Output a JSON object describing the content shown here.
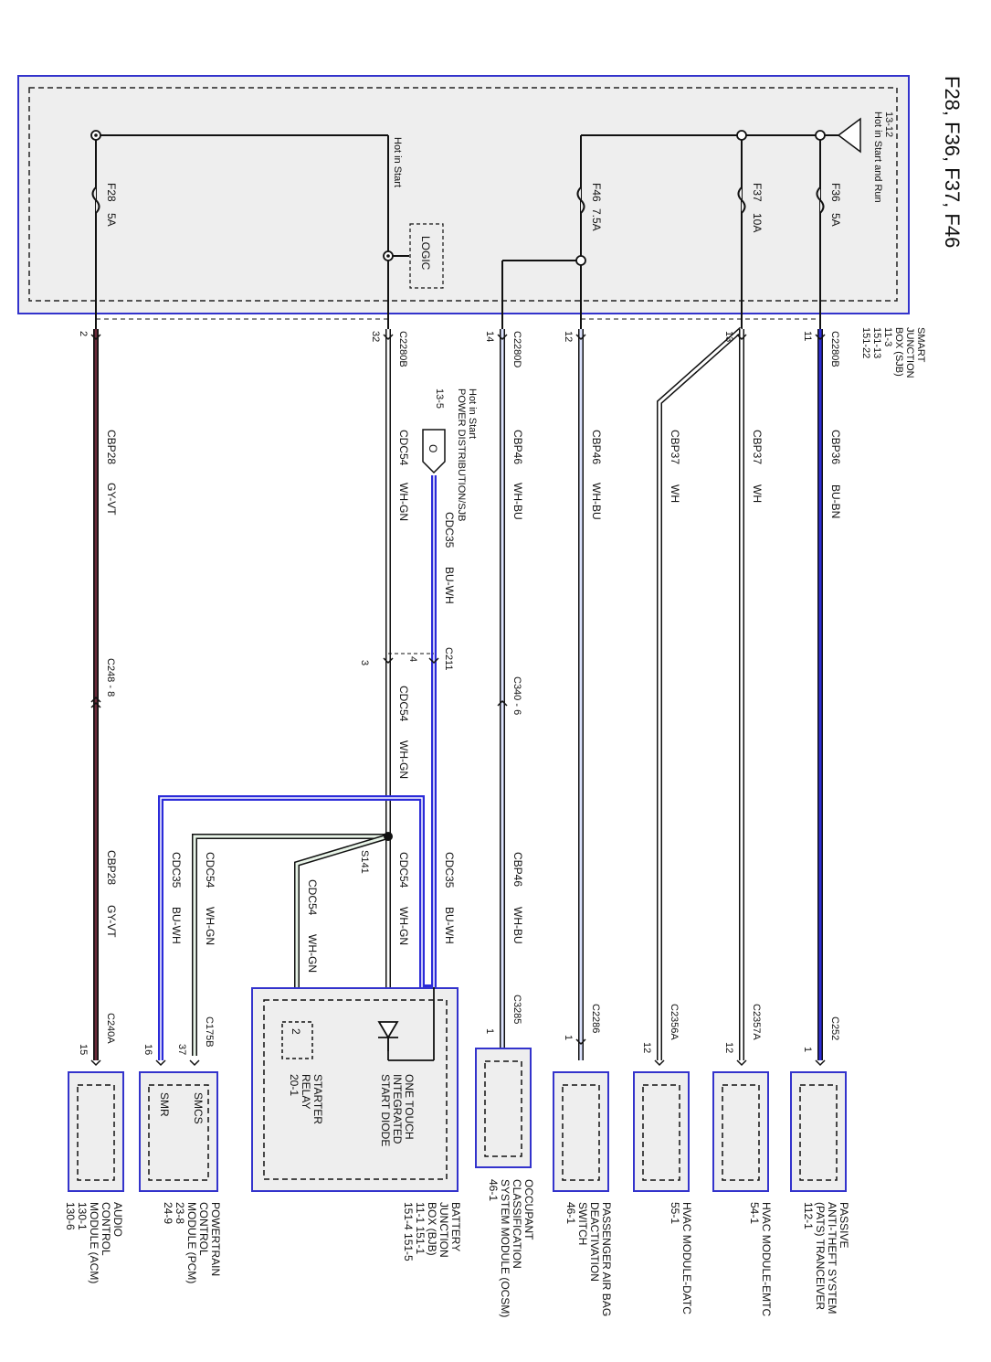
{
  "title": "F28, F36, F37, F46",
  "sjb": {
    "name": [
      "SMART",
      "JUNCTION",
      "BOX (SJB)"
    ],
    "refs": [
      "11-3",
      "151-13",
      "151-22"
    ],
    "hot_start_run": "Hot in Start and Run",
    "hot_start_run_ref": "13-12",
    "hot_start": "Hot in Start",
    "logic": "LOGIC"
  },
  "fuses": [
    {
      "id": "F28",
      "amps": "5A"
    },
    {
      "id": "F46",
      "amps": "7.5A"
    },
    {
      "id": "F37",
      "amps": "10A"
    },
    {
      "id": "F36",
      "amps": "5A"
    }
  ],
  "pins": {
    "p2": "2",
    "p32": "32",
    "p14": "14",
    "p12": "12",
    "p13": "13",
    "p11": "11",
    "p3": "3",
    "p4": "4",
    "p15": "15",
    "p16": "16",
    "p37": "37",
    "p1_ocsm": "1",
    "p1_pad": "1",
    "p12_datc": "12",
    "p12_emtc": "12",
    "p1_pats": "1",
    "p2_relay": "2"
  },
  "connectors": {
    "c2280b_a": "C2280B",
    "c2280b_b": "C2280B",
    "c2280d": "C2280D",
    "c248": "C248 - 8",
    "c340": "C340 - 6",
    "c211": "C211",
    "c240a": "C240A",
    "c175b": "C175B",
    "c3285": "C3285",
    "c2286": "C2286",
    "c2356a": "C2356A",
    "c2357a": "C2357A",
    "c252": "C252",
    "s141": "S141"
  },
  "circuits": [
    {
      "key": "cbp28_a",
      "circuit": "CBP28",
      "color": "GY-VT"
    },
    {
      "key": "cbp28_b",
      "circuit": "CBP28",
      "color": "GY-VT"
    },
    {
      "key": "cdc54_a",
      "circuit": "CDC54",
      "color": "WH-GN"
    },
    {
      "key": "cdc54_b",
      "circuit": "CDC54",
      "color": "WH-GN"
    },
    {
      "key": "cdc54_c",
      "circuit": "CDC54",
      "color": "WH-GN"
    },
    {
      "key": "cdc54_d",
      "circuit": "CDC54",
      "color": "WH-GN"
    },
    {
      "key": "cdc54_e",
      "circuit": "CDC54",
      "color": "WH-GN"
    },
    {
      "key": "cdc35_a",
      "circuit": "CDC35",
      "color": "BU-WH"
    },
    {
      "key": "cdc35_b",
      "circuit": "CDC35",
      "color": "BU-WH"
    },
    {
      "key": "cdc35_c",
      "circuit": "CDC35",
      "color": "BU-WH"
    },
    {
      "key": "cbp46_a",
      "circuit": "CBP46",
      "color": "WH-BU"
    },
    {
      "key": "cbp46_b",
      "circuit": "CBP46",
      "color": "WH-BU"
    },
    {
      "key": "cbp46_c",
      "circuit": "CBP46",
      "color": "WH-BU"
    },
    {
      "key": "cbp37_a",
      "circuit": "CBP37",
      "color": "WH"
    },
    {
      "key": "cbp37_b",
      "circuit": "CBP37",
      "color": "WH"
    },
    {
      "key": "cbp36",
      "circuit": "CBP36",
      "color": "BU-BN"
    }
  ],
  "power_dist": {
    "hot": "Hot in Start",
    "name": "POWER DISTRIBUTION/SJB",
    "ref": "13-5",
    "symbol": "O"
  },
  "components": {
    "acm": {
      "lines": [
        "AUDIO",
        "CONTROL",
        "MODULE (ACM)",
        "130-1",
        "130-6"
      ]
    },
    "pcm": {
      "lines": [
        "POWERTRAIN",
        "CONTROL",
        "MODULE (PCM)",
        "23-8",
        "24-9"
      ],
      "inner": [
        "SMCS",
        "SMR"
      ]
    },
    "bjb": {
      "lines": [
        "BATTERY",
        "JUNCTION",
        "BOX (BJB)",
        "11-1    151-1",
        "151-4    151-5"
      ]
    },
    "diode": [
      "ONE TOUCH",
      "INTEGRATED",
      "START DIODE"
    ],
    "relay": [
      "STARTER",
      "RELAY",
      "20-1"
    ],
    "ocsm": {
      "lines": [
        "OCCUPANT",
        "CLASSIFICATION",
        "SYSTEM MODULE (OCSM)",
        "46-1"
      ]
    },
    "pad": {
      "lines": [
        "PASSENGER AIR BAG",
        "DEACTIVATION",
        "SWITCH",
        "46-1"
      ]
    },
    "datc": {
      "lines": [
        "HVAC MODULE-DATC",
        "55-1"
      ]
    },
    "emtc": {
      "lines": [
        "HVAC MODULE-EMTC",
        "54-1"
      ]
    },
    "pats": {
      "lines": [
        "PASSIVE",
        "ANTI-THEFT SYSTEM",
        "(PATS) TRANCEIVER",
        "112-1"
      ]
    }
  },
  "colors": {
    "frame_blue": "#3333cc",
    "wire_blue": "#2b2bd9",
    "wire_gyvt": "#6b2a3a",
    "box_fill": "#eeeeee",
    "ink": "#111111"
  }
}
